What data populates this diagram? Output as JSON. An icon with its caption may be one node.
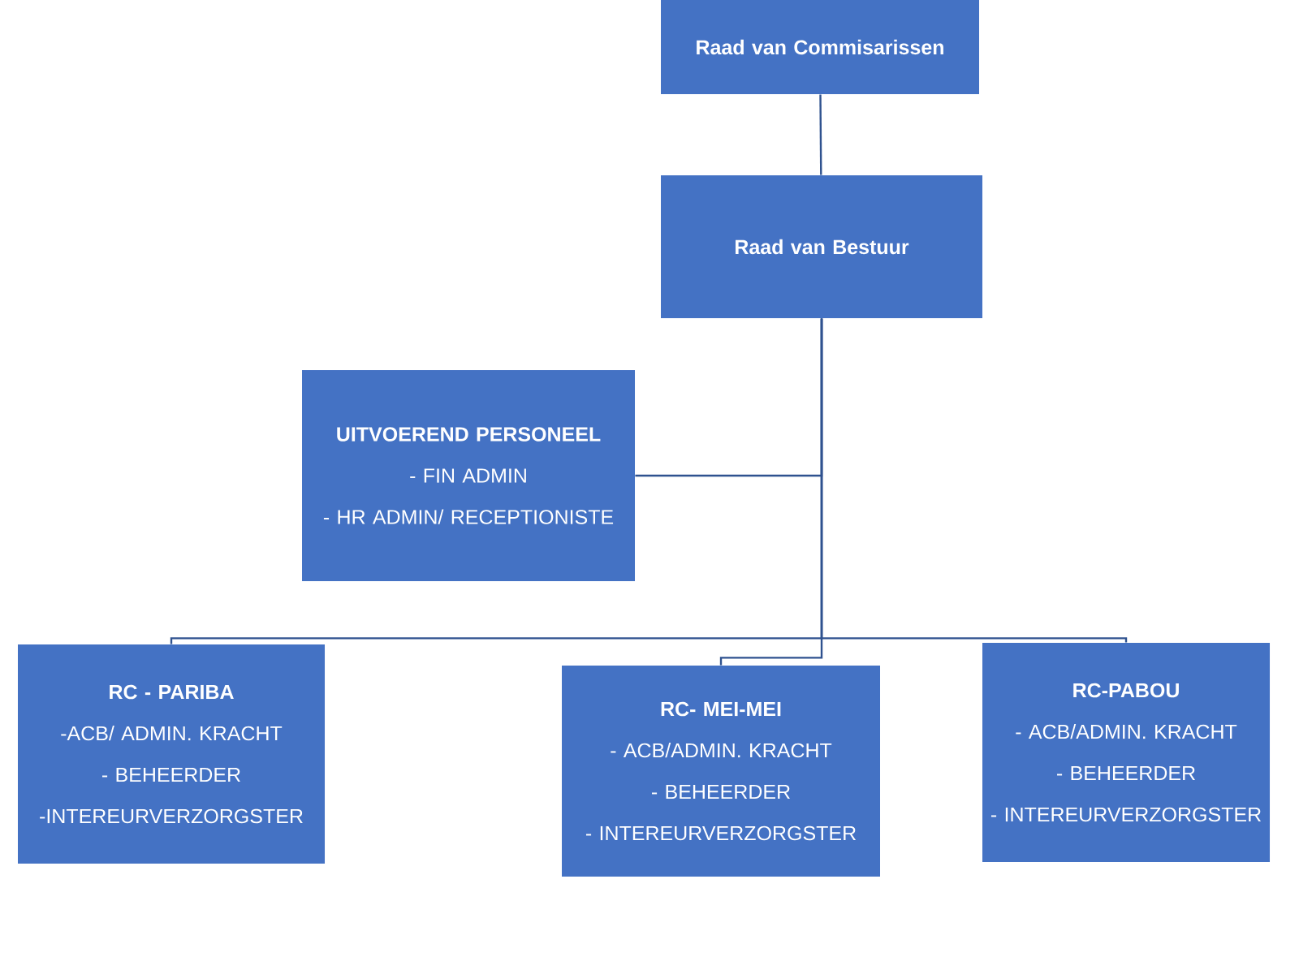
{
  "diagram": {
    "nodes": [
      {
        "text": [
          "Raad van Commisarissen"
        ]
      },
      {
        "text": [
          "Raad van Bestuur"
        ]
      },
      {
        "text": [
          "UITVOEREND PERSONEEL",
          "- FIN  ADMIN",
          "- HR ADMIN/ RECEPTIONISTE"
        ]
      },
      {
        "text": [
          "RC  - PARIBA",
          "-ACB/ ADMIN. KRACHT",
          "- BEHEERDER",
          "-INTEREURVERZORGSTER"
        ]
      },
      {
        "text": [
          "RC- MEI-MEI",
          "- ACB/ADMIN. KRACHT",
          "- BEHEERDER",
          "- INTEREURVERZORGSTER"
        ]
      },
      {
        "text": [
          "RC-PABOU",
          "- ACB/ADMIN. KRACHT",
          "- BEHEERDER",
          "- INTEREURVERZORGSTER"
        ]
      }
    ],
    "edges": [
      {
        "from": 0,
        "to": 1,
        "arrow": "none"
      },
      {
        "from": 1,
        "to": 2,
        "arrow": "none"
      },
      {
        "from": 1,
        "to": 3,
        "arrow": "none"
      },
      {
        "from": 1,
        "to": 4,
        "arrow": "none"
      },
      {
        "from": 1,
        "to": 5,
        "arrow": "none"
      }
    ]
  }
}
